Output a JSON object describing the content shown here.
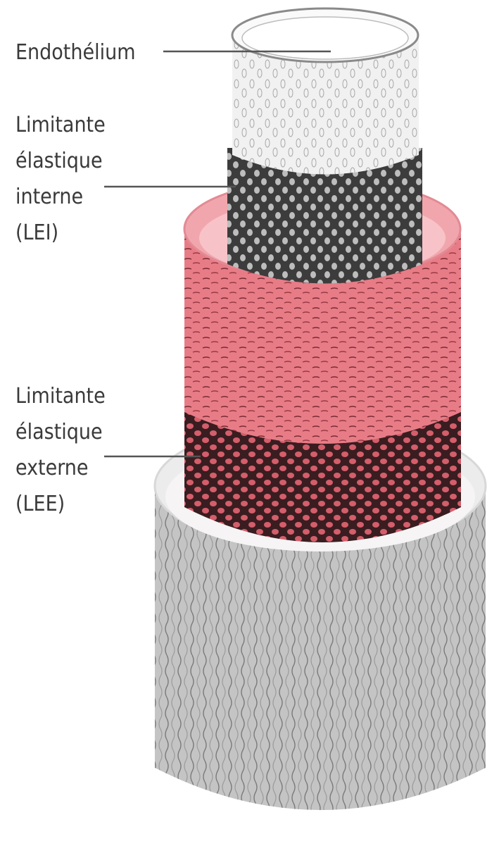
{
  "labels": {
    "endothelium": "Endothélium",
    "lei": [
      "Limitante",
      "élastique",
      "interne",
      "(LEI)"
    ],
    "lee": [
      "Limitante",
      "élastique",
      "externe",
      "(LEE)"
    ]
  },
  "layers": [
    {
      "name": "endothelium",
      "color": "#ededed"
    },
    {
      "name": "internal-elastic-lamina",
      "color": "#4a4a4a"
    },
    {
      "name": "media",
      "color": "#e8808a"
    },
    {
      "name": "external-elastic-lamina",
      "color": "#b84a55"
    },
    {
      "name": "adventitia",
      "color": "#bdbdbd"
    }
  ]
}
